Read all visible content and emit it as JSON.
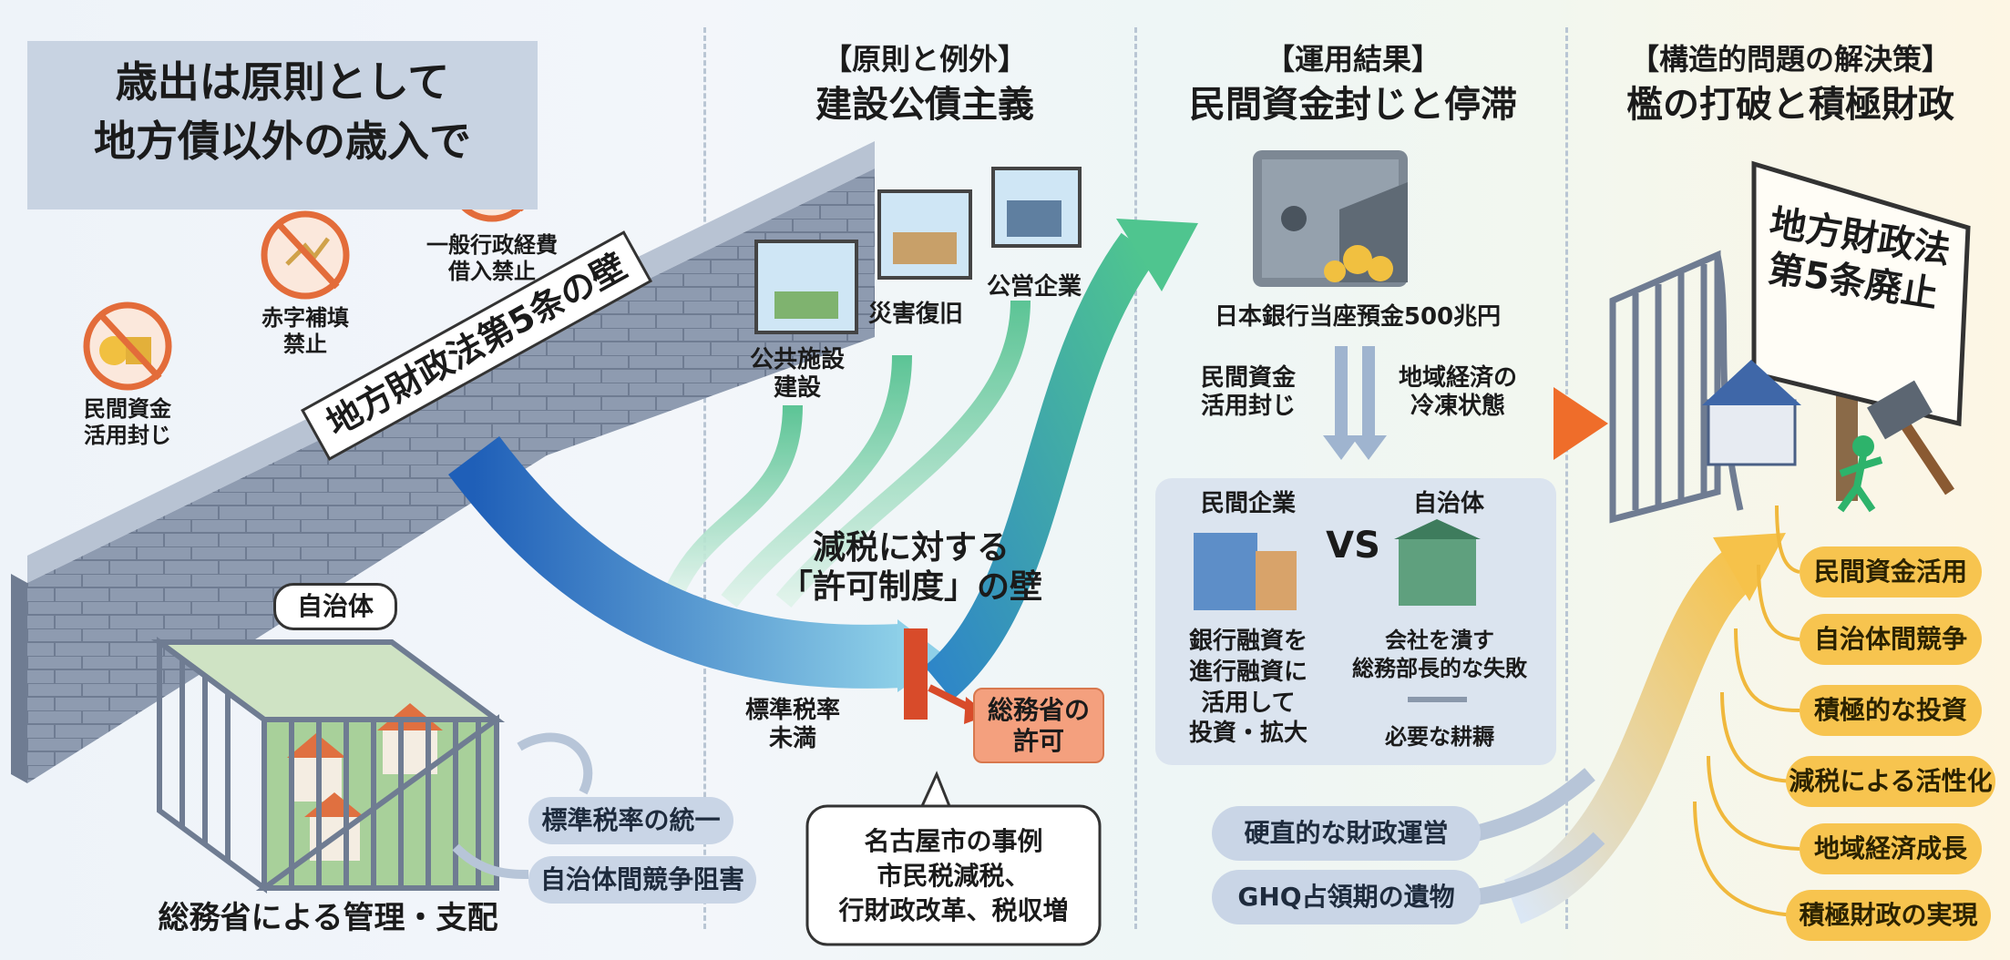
{
  "headline": {
    "line1": "歳出は原則として",
    "line2": "地方債以外の歳入で"
  },
  "prohibitions": [
    {
      "icon": "no-money-icon",
      "line1": "一般行政経費",
      "line2": "借入禁止"
    },
    {
      "icon": "no-deficit-icon",
      "line1": "赤字補填",
      "line2": "禁止"
    },
    {
      "icon": "no-yen-coins-icon",
      "line1": "民間資金",
      "line2": "活用封じ"
    }
  ],
  "wall_label": "地方財政法第5条の壁",
  "cage_label": "自治体",
  "cage_caption": "総務省による管理・支配",
  "cage_effects": [
    "標準税率の統一",
    "自治体間競争阻害"
  ],
  "section2": {
    "bracket": "【原則と例外】",
    "title": "建設公債主義",
    "exceptions": [
      {
        "line1": "公共施設",
        "line2": "建設"
      },
      {
        "line1": "災害復旧",
        "line2": ""
      },
      {
        "line1": "公営企業",
        "line2": ""
      }
    ],
    "barrier_line1": "減税に対する",
    "barrier_line2": "「許可制度」の壁",
    "below_rate_line1": "標準税率",
    "below_rate_line2": "未満",
    "permit_line1": "総務省の",
    "permit_line2": "許可",
    "case": {
      "title": "名古屋市の事例",
      "line1": "市民税減税、",
      "line2": "行財政改革、税収増"
    }
  },
  "section3": {
    "bracket": "【運用結果】",
    "title": "民間資金封じと停滞",
    "deposit": "日本銀行当座預金500兆円",
    "left_effect_line1": "民間資金",
    "left_effect_line2": "活用封じ",
    "right_effect_line1": "地域経済の",
    "right_effect_line2": "冷凍状態",
    "compare": {
      "left_title": "民間企業",
      "vs": "VS",
      "right_title": "自治体",
      "left_desc": [
        "銀行融資を",
        "進行融資に",
        "活用して",
        "投資・拡大"
      ],
      "right_desc": [
        "会社を潰す",
        "総務部長的な失敗"
      ],
      "right_note": "必要な耕耨"
    },
    "causes": [
      "硬直的な財政運営",
      "GHQ占領期の遺物"
    ]
  },
  "section4": {
    "bracket": "【構造的問題の解決策】",
    "title": "檻の打破と積極財政",
    "sign_line1": "地方財政法",
    "sign_line2": "第5条廃止",
    "outcomes": [
      "民間資金活用",
      "自治体間競争",
      "積極的な投資",
      "減税による活性化",
      "地域経済成長",
      "積極財政の実現"
    ]
  },
  "colors": {
    "wall": "#8e9bb0",
    "blue_arrow": "#2f7fd0",
    "green_arrow": "#58c08e",
    "orange_arrow": "#f07a32",
    "gold": "#f7c44f",
    "permit": "#f4a07e"
  }
}
